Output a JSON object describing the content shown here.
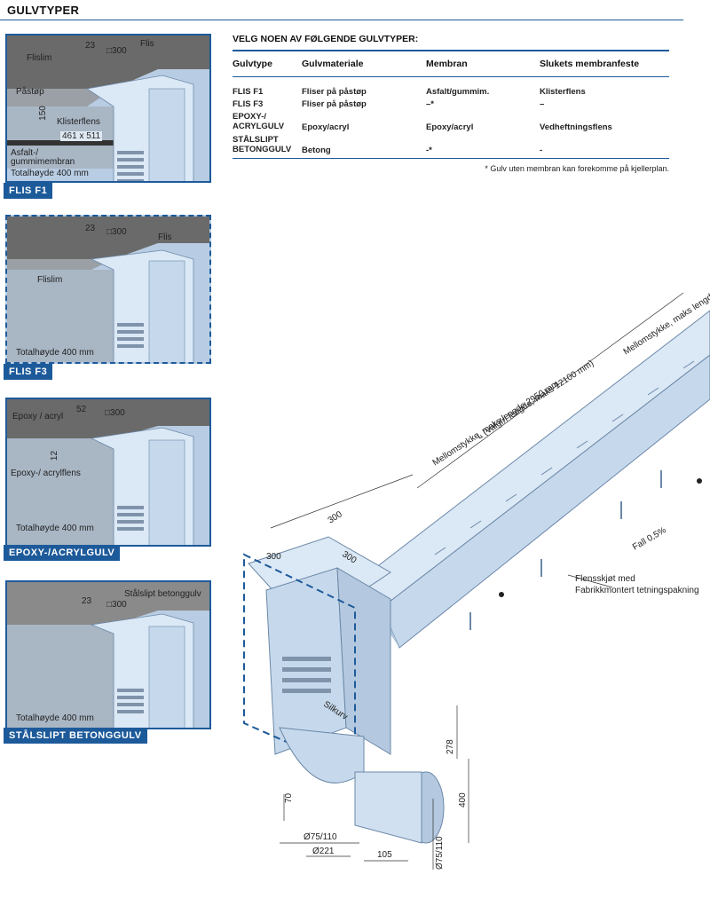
{
  "header": {
    "title": "GULVTYPER"
  },
  "panels": [
    {
      "tag": "FLIS F1",
      "labels": {
        "dim_23": "23",
        "dim_300": "□300",
        "flis": "Flis",
        "flislim": "Flislim",
        "pastop": "Påstøp",
        "dim_150": "150",
        "klisterflens": "Klisterflens",
        "dim_461": "461 x 511",
        "membran": "Asfalt-/\ngummimembran",
        "totalhoyde": "Totalhøyde 400 mm"
      }
    },
    {
      "tag": "FLIS F3",
      "labels": {
        "dim_23": "23",
        "dim_300": "□300",
        "flis": "Flis",
        "flislim": "Flislim",
        "totalhoyde": "Totalhøyde 400 mm"
      }
    },
    {
      "tag": "EPOXY-/ACRYLGULV",
      "labels": {
        "dim_52": "52",
        "dim_300": "□300",
        "epoxy": "Epoxy / acryl",
        "dim_12": "12",
        "acrylflens": "Epoxy-/ acrylflens",
        "totalhoyde": "Totalhøyde 400 mm"
      }
    },
    {
      "tag": "STÅLSLIPT BETONGGULV",
      "labels": {
        "dim_23": "23",
        "dim_300": "□300",
        "betong": "Stålslipt betonggulv",
        "totalhoyde": "Totalhøyde 400 mm"
      }
    }
  ],
  "table": {
    "title": "VELG NOEN AV FØLGENDE GULVTYPER:",
    "headers": [
      "Gulvtype",
      "Gulvmateriale",
      "Membran",
      "Slukets membranfeste"
    ],
    "rows": [
      [
        "FLIS F1",
        "Fliser på påstøp",
        "Asfalt/gummim.",
        "Klisterflens"
      ],
      [
        "FLIS F3",
        "Fliser på påstøp",
        "–*",
        "–"
      ],
      [
        "EPOXY-/\nACRYLGULV",
        "Epoxy/acryl",
        "Epoxy/acryl",
        "Vedheftningsflens"
      ],
      [
        "STÅLSLIPT\nBETONGGULV",
        "Betong",
        "-*",
        "-"
      ]
    ],
    "note": "* Gulv uten membran kan forekomme på kjellerplan."
  },
  "drawing": {
    "length_label": "L (Valgfri lengde, maks 12100 mm)",
    "mid_label": "Mellomstykke, maks lengde 2950 mm",
    "mid_label2": "Mellomstykke, maks lengde",
    "dim_300_a": "300",
    "dim_300_b": "300",
    "dim_300_c": "300",
    "fall": "Fall 0,5%",
    "flens_1": "Flensskjøt med",
    "flens_2": "Fabrikkmontert tetningspakning",
    "silkurv": "Silkurv",
    "dim_278": "278",
    "dim_400": "400",
    "dim_70": "70",
    "dim_75_110_a": "Ø75/110",
    "dim_221": "Ø221",
    "dim_105": "105",
    "dim_75_110_b": "Ø75/110"
  },
  "colors": {
    "accent": "#1d5a9a",
    "panel_bg": "#b8cde3",
    "tile": "#5a5a5a"
  }
}
